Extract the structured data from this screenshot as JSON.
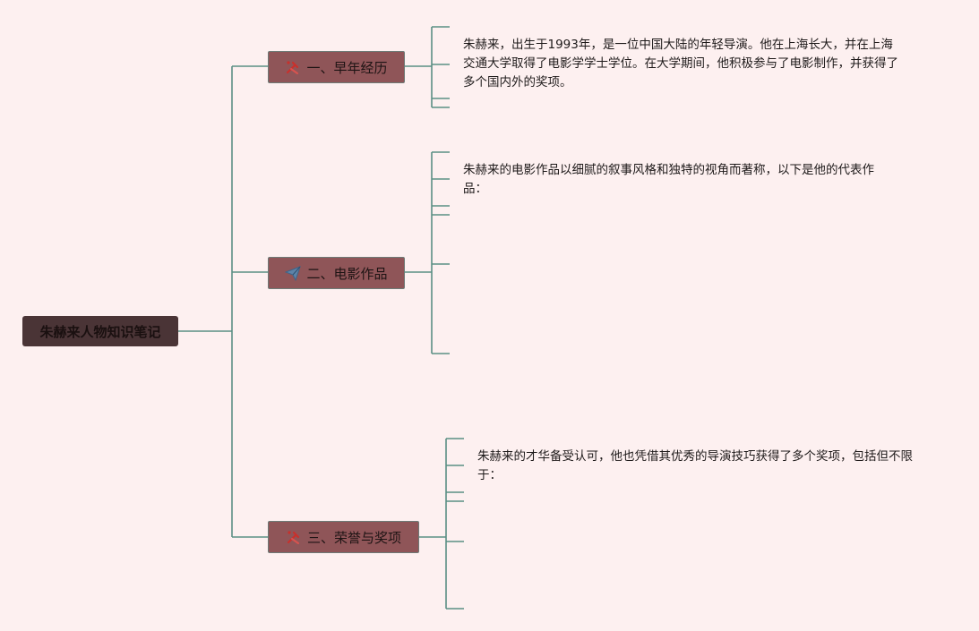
{
  "colors": {
    "line": "#5b8f84",
    "root_fill": "#4a3436",
    "branch_fill": "#8f5558",
    "background": "#fdf0f0"
  },
  "root": {
    "label": "朱赫来人物知识笔记"
  },
  "branches": [
    {
      "label": "一、早年经历",
      "icon": "tools-icon",
      "text": "朱赫来，出生于1993年，是一位中国大陆的年轻导演。他在上海长大，并在上海交通大学取得了电影学学士学位。在大学期间，他积极参与了电影制作，并获得了多个国内外的奖项。"
    },
    {
      "label": "二、电影作品",
      "icon": "paper-plane-icon",
      "text": "朱赫来的电影作品以细腻的叙事风格和独特的视角而著称，以下是他的代表作品："
    },
    {
      "label": "三、荣誉与奖项",
      "icon": "tools-icon",
      "text": "朱赫来的才华备受认可，他也凭借其优秀的导演技巧获得了多个奖项，包括但不限于："
    }
  ]
}
